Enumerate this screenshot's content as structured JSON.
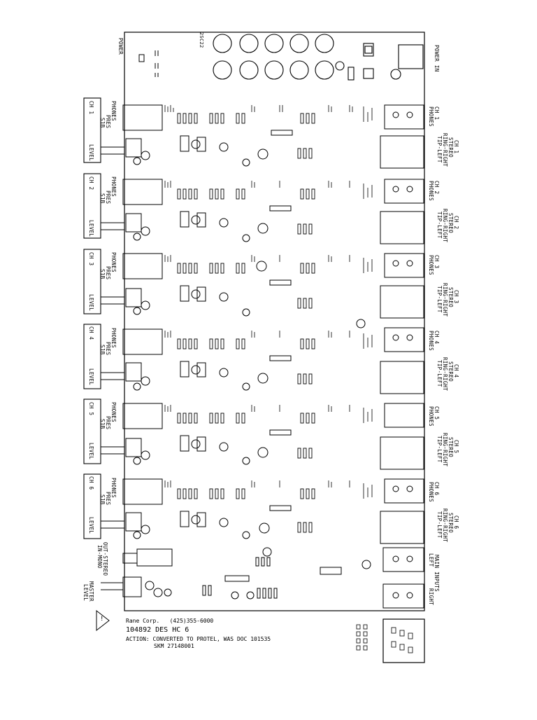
{
  "board": {
    "power_label": "POWER",
    "power_in_label": "POWER IN",
    "ref_bottom": "2SC22",
    "master_level": [
      "MASTER",
      "LEVEL"
    ],
    "out_stereo": [
      "OUT-STEREO",
      "IN-MONO"
    ],
    "main_inputs": [
      "MAIN INPUTS",
      "LEFT",
      "RIGHT"
    ]
  },
  "channels": [
    {
      "box": "CH 1",
      "phones_pres": [
        "PHONES",
        "PRES",
        "S1B"
      ],
      "level": "LEVEL",
      "r_phones": [
        "CH 1",
        "PHONES"
      ],
      "r_stereo": [
        "CH 1",
        "STEREO",
        "RING-RIGHT",
        "TIP-LEFT"
      ]
    },
    {
      "box": "CH 2",
      "phones_pres": [
        "PHONES",
        "PRES",
        "S1B"
      ],
      "level": "LEVEL",
      "r_phones": [
        "CH 2",
        "PHONES"
      ],
      "r_stereo": [
        "CH 2",
        "STEREO",
        "RING-RIGHT",
        "TIP-LEFT"
      ]
    },
    {
      "box": "CH 3",
      "phones_pres": [
        "PHONES",
        "PRES",
        "S1B"
      ],
      "level": "LEVEL",
      "r_phones": [
        "CH 3",
        "PHONES"
      ],
      "r_stereo": [
        "CH 3",
        "STEREO",
        "RING-RIGHT",
        "TIP-LEFT"
      ]
    },
    {
      "box": "CH 4",
      "phones_pres": [
        "PHONES",
        "PRES",
        "S1B"
      ],
      "level": "LEVEL",
      "r_phones": [
        "CH 4",
        "PHONES"
      ],
      "r_stereo": [
        "CH 4",
        "STEREO",
        "RING-RIGHT",
        "TIP-LEFT"
      ]
    },
    {
      "box": "CH 5",
      "phones_pres": [
        "PHONES",
        "PRES",
        "S1B"
      ],
      "level": "LEVEL",
      "r_phones": [
        "CH 5",
        "PHONES"
      ],
      "r_stereo": [
        "CH 5",
        "STEREO",
        "RING-RIGHT",
        "TIP-LEFT"
      ]
    },
    {
      "box": "CH 6",
      "phones_pres": [
        "PHONES",
        "PRES",
        "S1B"
      ],
      "level": "LEVEL",
      "r_phones": [
        "CH 6",
        "PHONES"
      ],
      "r_stereo": [
        "CH 6",
        "STEREO",
        "RING-RIGHT",
        "TIP-LEFT"
      ]
    }
  ],
  "footer": {
    "company": "Rane Corp.   (425)355-6000",
    "doc": "104892 DES HC 6",
    "action": "ACTION: CONVERTED TO PROTEL, WAS DOC 101535",
    "skm": "SKM 27148001",
    "warning_glyph": "!"
  }
}
